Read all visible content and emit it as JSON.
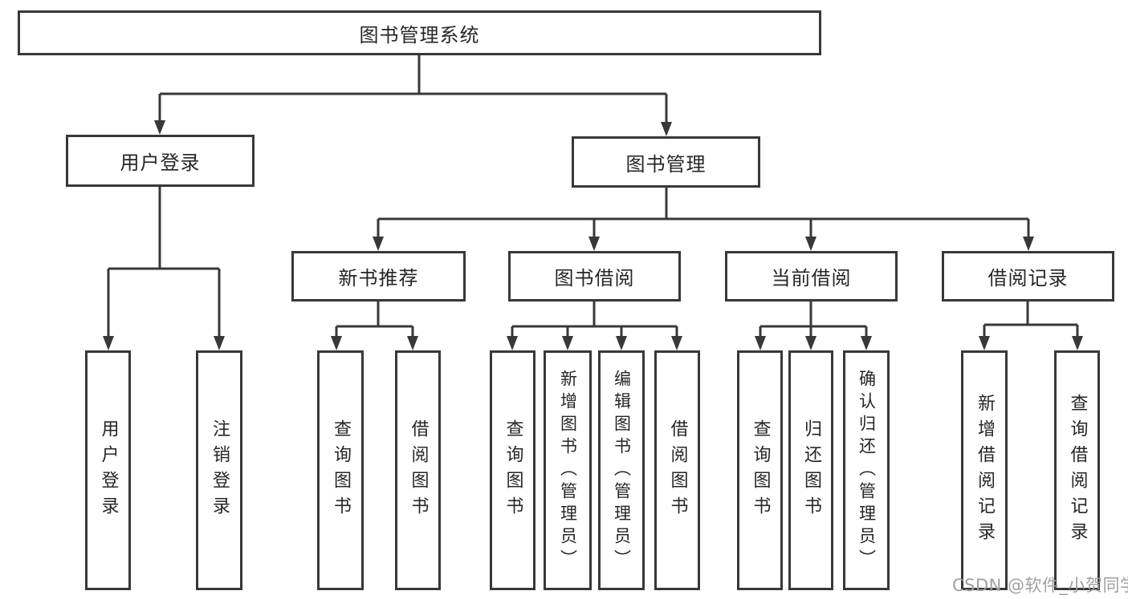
{
  "title": "图书管理系统",
  "tree": {
    "label": "图书管理系统",
    "children": [
      {
        "label": "用户登录",
        "children": [
          {
            "label": "用户登录"
          },
          {
            "label": "注销登录"
          }
        ]
      },
      {
        "label": "图书管理",
        "children": [
          {
            "label": "新书推荐",
            "children": [
              {
                "label": "查询图书"
              },
              {
                "label": "借阅图书"
              }
            ]
          },
          {
            "label": "图书借阅",
            "children": [
              {
                "label": "查询图书"
              },
              {
                "label": "新增图书（管理员）"
              },
              {
                "label": "编辑图书（管理员）"
              },
              {
                "label": "借阅图书"
              }
            ]
          },
          {
            "label": "当前借阅",
            "children": [
              {
                "label": "查询图书"
              },
              {
                "label": "归还图书"
              },
              {
                "label": "确认归还（管理员）"
              }
            ]
          },
          {
            "label": "借阅记录",
            "children": [
              {
                "label": "新增借阅记录"
              },
              {
                "label": "查询借阅记录"
              }
            ]
          }
        ]
      }
    ]
  },
  "watermark": "CSDN @软件_小贺同学",
  "colors": {
    "line": "#383838",
    "text": "#262626",
    "background": "#ffffff",
    "watermark": "#a0a0a0"
  }
}
